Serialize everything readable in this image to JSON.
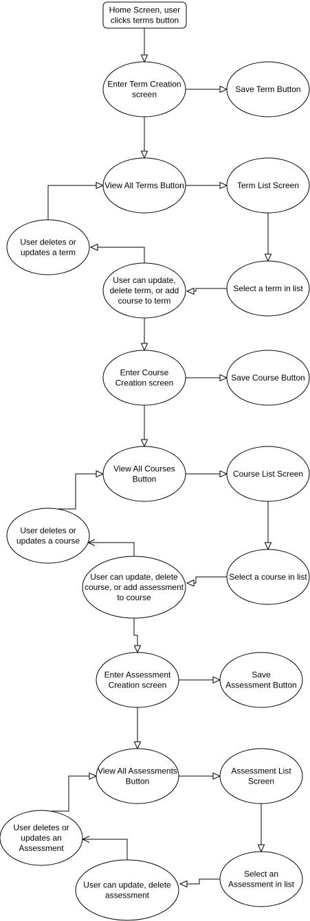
{
  "nodes": {
    "home": {
      "label": [
        "Home Screen, user",
        "clicks terms button"
      ]
    },
    "enter_term": {
      "label": [
        "Enter Term Creation",
        "screen"
      ]
    },
    "save_term": {
      "label": [
        "Save Term Button"
      ]
    },
    "view_terms": {
      "label": [
        "View All Terms Button"
      ]
    },
    "term_list": {
      "label": [
        "Term List Screen"
      ]
    },
    "delete_term": {
      "label": [
        "User deletes or",
        "updates a term"
      ]
    },
    "select_term": {
      "label": [
        "Select a term in list"
      ]
    },
    "term_options": {
      "label": [
        "User can update,",
        "delete term, or add",
        "course to term"
      ]
    },
    "enter_course": {
      "label": [
        "Enter Course",
        "Creation screen"
      ]
    },
    "save_course": {
      "label": [
        "Save Course Button"
      ]
    },
    "view_courses": {
      "label": [
        "View All Courses",
        "Button"
      ]
    },
    "course_list": {
      "label": [
        "Course List Screen"
      ]
    },
    "delete_course": {
      "label": [
        "User deletes or",
        "updates a course"
      ]
    },
    "select_course": {
      "label": [
        "Select a course in list"
      ]
    },
    "course_options": {
      "label": [
        "User can update, delete",
        "course, or add assessment",
        "to course"
      ]
    },
    "enter_assessment": {
      "label": [
        "Enter Assessment",
        "Creation screen"
      ]
    },
    "save_assessment": {
      "label": [
        "Save",
        "Assessment Button"
      ]
    },
    "view_assessments": {
      "label": [
        "View All Assessments",
        "Button"
      ]
    },
    "assessment_list": {
      "label": [
        "Assessment List",
        "Screen"
      ]
    },
    "delete_assessment": {
      "label": [
        "User deletes or",
        "updates an",
        "Assessment"
      ]
    },
    "select_assessment": {
      "label": [
        "Select an",
        "Assessment  in list"
      ]
    },
    "assessment_options": {
      "label": [
        "User can update, delete",
        "assessment"
      ]
    }
  }
}
